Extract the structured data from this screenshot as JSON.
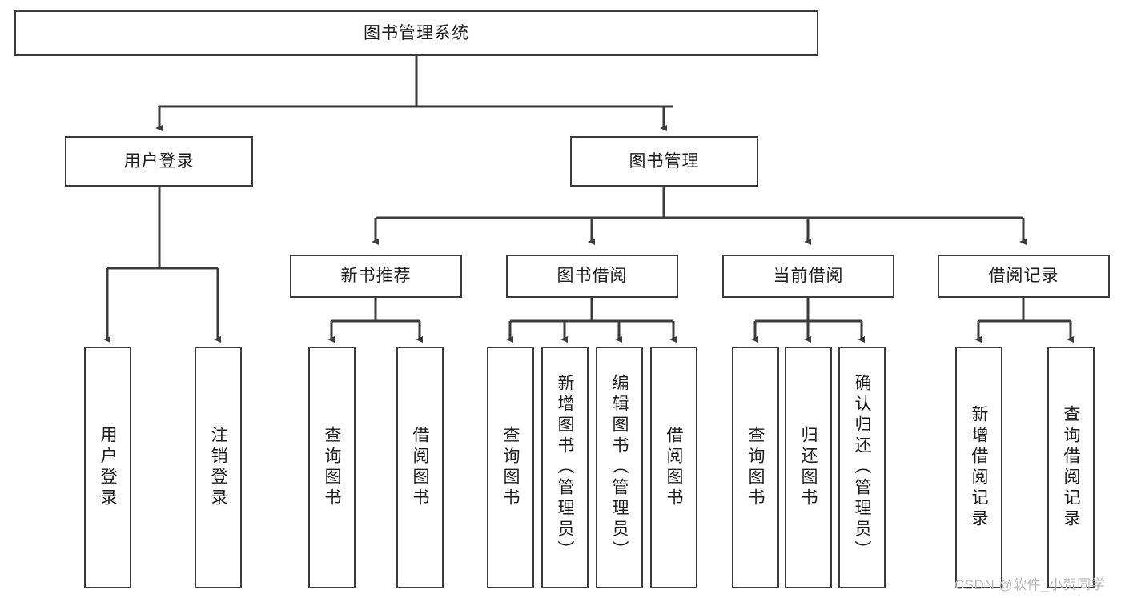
{
  "diagram": {
    "title": "图书管理系统",
    "type": "tree-hierarchy",
    "root": {
      "label": "图书管理系统"
    },
    "level2": [
      {
        "label": "用户登录"
      },
      {
        "label": "图书管理"
      }
    ],
    "level3": [
      {
        "label": "新书推荐"
      },
      {
        "label": "图书借阅"
      },
      {
        "label": "当前借阅"
      },
      {
        "label": "借阅记录"
      }
    ],
    "leaves": {
      "user_login": [
        {
          "label": "用户登录"
        },
        {
          "label": "注销登录"
        }
      ],
      "new_book_recommend": [
        {
          "label": "查询图书"
        },
        {
          "label": "借阅图书"
        }
      ],
      "book_borrow": [
        {
          "label": "查询图书"
        },
        {
          "label": "新增图书（管理员）"
        },
        {
          "label": "编辑图书（管理员）"
        },
        {
          "label": "借阅图书"
        }
      ],
      "current_borrow": [
        {
          "label": "查询图书"
        },
        {
          "label": "归还图书"
        },
        {
          "label": "确认归还（管理员）"
        }
      ],
      "borrow_record": [
        {
          "label": "新增借阅记录"
        },
        {
          "label": "查询借阅记录"
        }
      ]
    }
  },
  "watermark": {
    "text": "CSDN @软件_小贺同学"
  },
  "colors": {
    "stroke": "#3b3b3b",
    "fill": "#ffffff",
    "text": "#1c1c1c",
    "watermark": "#b9b9b9"
  }
}
